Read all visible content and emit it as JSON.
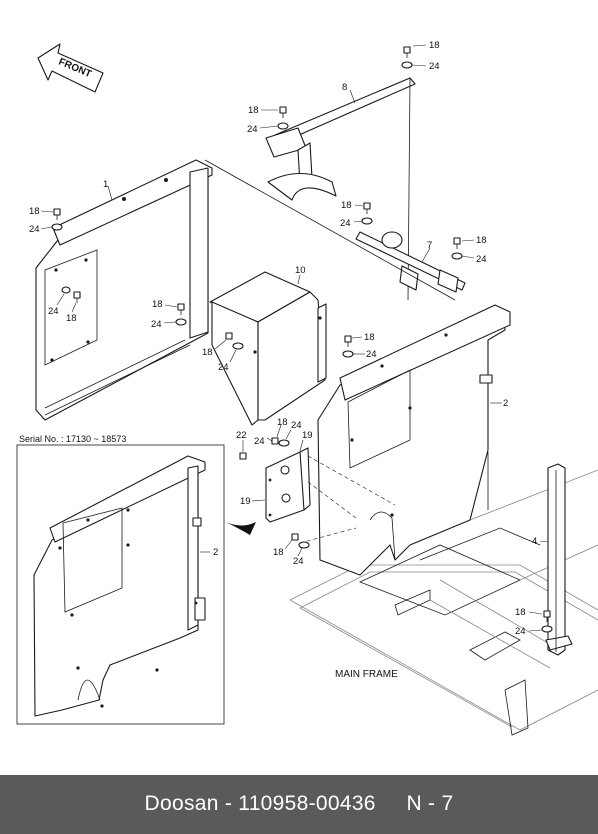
{
  "diagram": {
    "front_label": "FRONT",
    "main_frame_label": "MAIN FRAME",
    "serial_label": "Serial No. : 17130 ~ 18573",
    "callouts": {
      "c1": "1",
      "c2": "2",
      "c2b": "2",
      "c4": "4",
      "c7": "7",
      "c8": "8",
      "c10": "10",
      "c18a": "18",
      "c24a": "24",
      "c18b": "18",
      "c24b": "24",
      "c18c": "18",
      "c24c": "24",
      "c18d": "18",
      "c24d": "24",
      "c24e": "24",
      "c18e": "18",
      "c18f": "18",
      "c24f": "24",
      "c18g": "18",
      "c24g": "24",
      "c18h": "18",
      "c24h": "24",
      "c22": "22",
      "c18i": "18",
      "c24i": "24",
      "c19a": "19",
      "c19b": "19",
      "c18j": "18",
      "c24j": "24",
      "c18k": "18",
      "c24k": "24"
    }
  },
  "footer": {
    "text": "Doosan - 110958-00436     N - 7"
  }
}
